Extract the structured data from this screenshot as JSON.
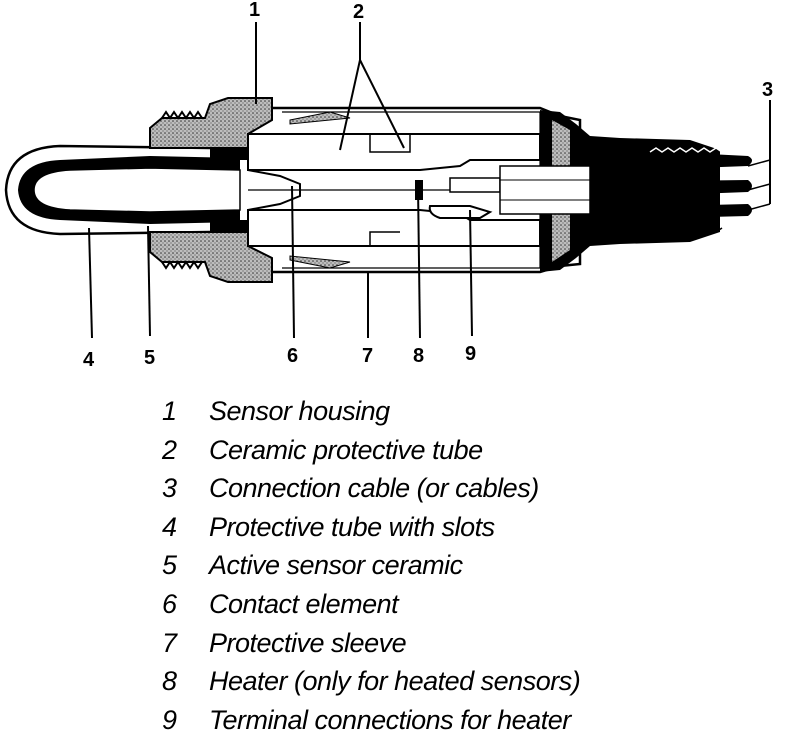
{
  "callouts": {
    "c1": "1",
    "c2": "2",
    "c3": "3",
    "c4": "4",
    "c5": "5",
    "c6": "6",
    "c7": "7",
    "c8": "8",
    "c9": "9"
  },
  "legend": [
    {
      "num": "1",
      "label": "Sensor housing"
    },
    {
      "num": "2",
      "label": "Ceramic protective tube"
    },
    {
      "num": "3",
      "label": "Connection cable (or cables)"
    },
    {
      "num": "4",
      "label": "Protective tube with slots"
    },
    {
      "num": "5",
      "label": "Active sensor ceramic"
    },
    {
      "num": "6",
      "label": "Contact element"
    },
    {
      "num": "7",
      "label": "Protective sleeve"
    },
    {
      "num": "8",
      "label": "Heater (only for heated sensors)"
    },
    {
      "num": "9",
      "label": "Terminal connections for heater"
    }
  ]
}
